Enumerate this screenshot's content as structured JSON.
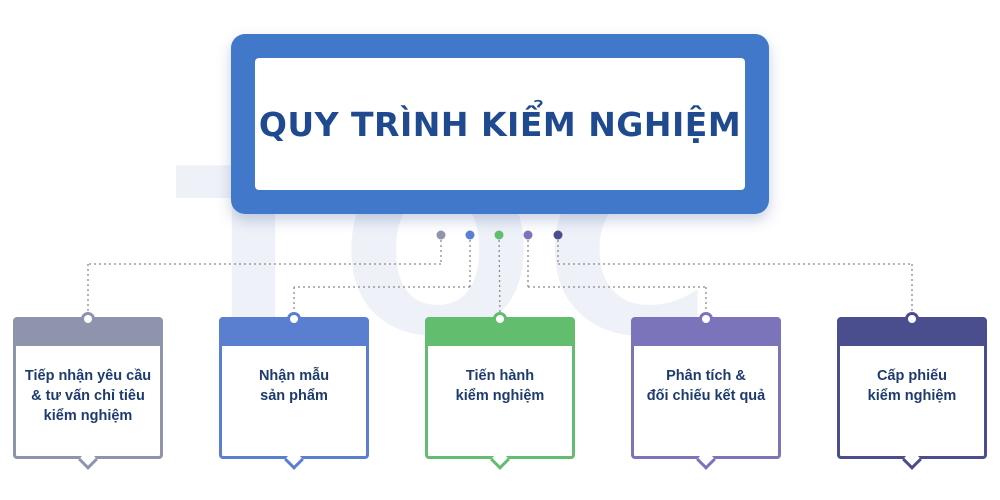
{
  "title": "QUY TRÌNH KIỂM NGHIỆM",
  "watermark": "TQC",
  "colors": {
    "title_frame": "#4278c9",
    "title_text": "#1f4a8f",
    "label_text": "#1e3b6e",
    "connector": "#8a8a8a"
  },
  "steps": [
    {
      "lines": [
        "Tiếp nhận yêu cầu",
        "& tư vấn chỉ tiêu",
        "kiểm nghiệm"
      ],
      "color": "#8e94ab"
    },
    {
      "lines": [
        "Nhận mẫu",
        "sản phẩm"
      ],
      "color": "#5b7fd0"
    },
    {
      "lines": [
        "Tiến hành",
        "kiểm nghiệm"
      ],
      "color": "#62bd6f"
    },
    {
      "lines": [
        "Phân tích &",
        "đối chiếu kết quả"
      ],
      "color": "#7b74bb"
    },
    {
      "lines": [
        "Cấp phiếu",
        "kiểm nghiệm"
      ],
      "color": "#4a4e8f"
    }
  ]
}
